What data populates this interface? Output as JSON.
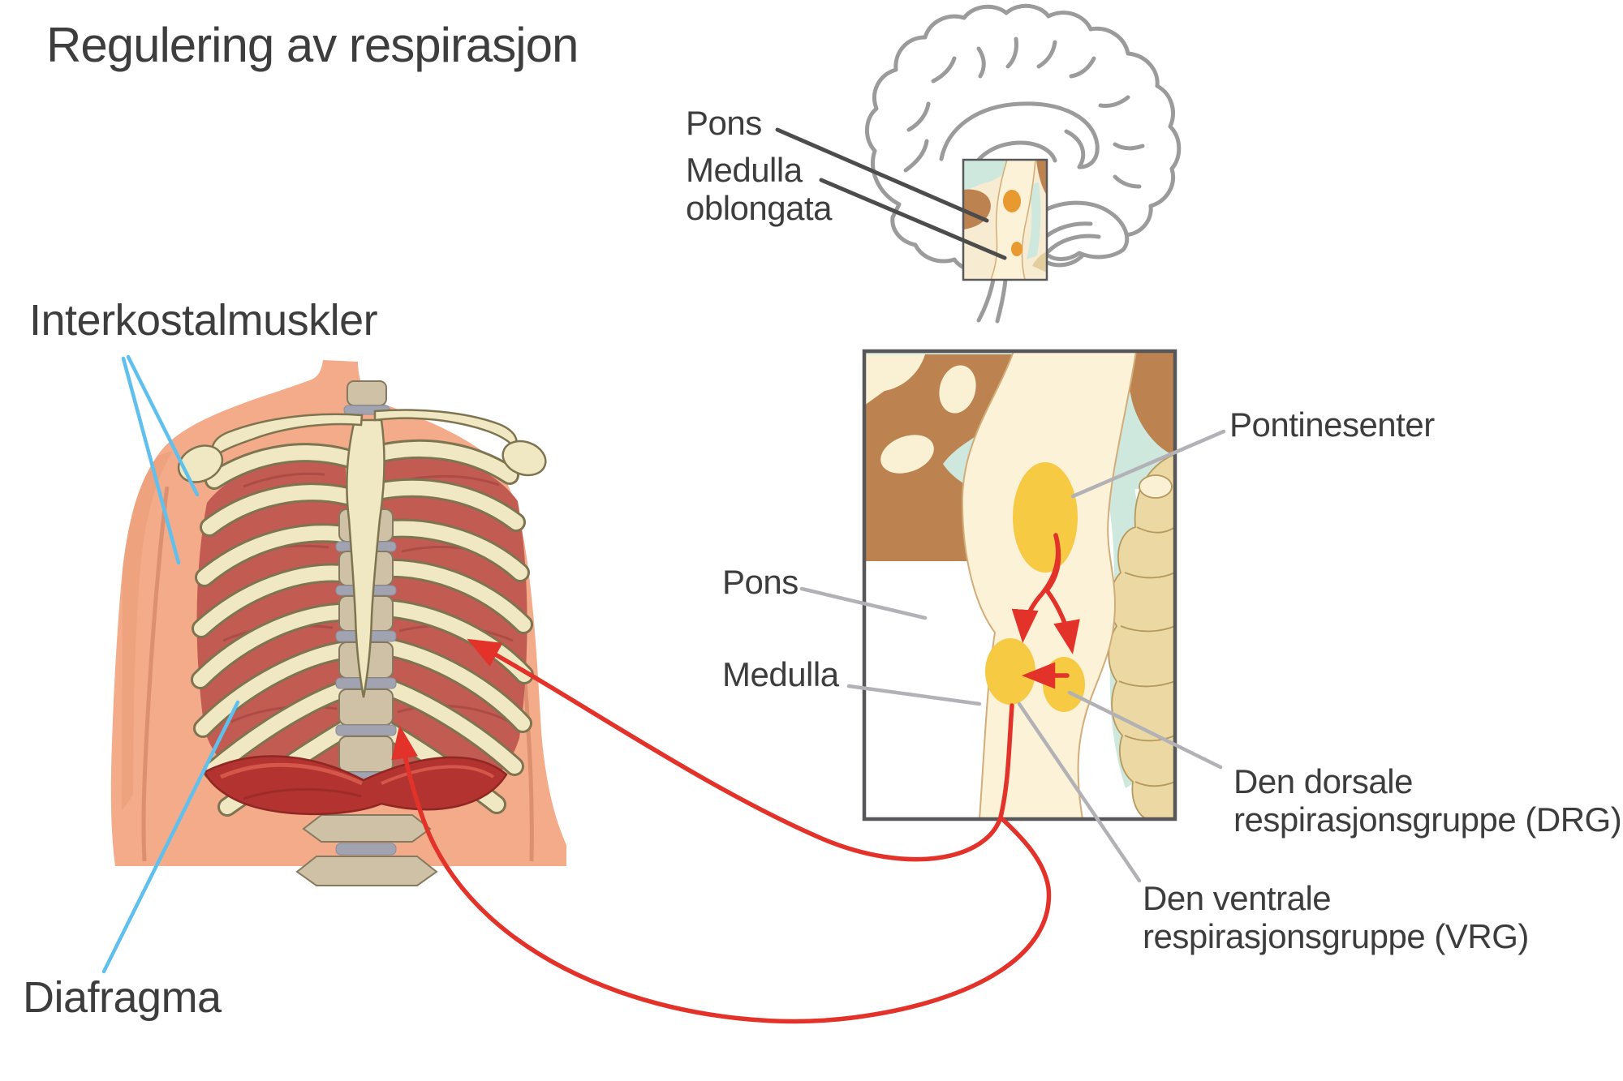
{
  "title": "Regulering av respirasjon",
  "brain_overview": {
    "pons_label": "Pons",
    "medulla_label_line1": "Medulla",
    "medulla_label_line2": "oblongata"
  },
  "thorax": {
    "intercostal_label": "Interkostalmuskler",
    "diaphragm_label": "Diafragma"
  },
  "brainstem_box": {
    "pons_label": "Pons",
    "medulla_label": "Medulla",
    "pontine_center_label": "Pontinesenter",
    "drg_label_line1": "Den dorsale",
    "drg_label_line2": "respirasjonsgruppe (DRG)",
    "vrg_label_line1": "Den ventrale",
    "vrg_label_line2": "respirasjonsgruppe (VRG)"
  },
  "colors": {
    "text": "#3d3d3d",
    "signal_red": "#e23229",
    "leader_dark_gray": "#4c4c4c",
    "leader_light_gray": "#b2b2b6",
    "leader_blue": "#5fc0ee",
    "nucleus_yellow": "#f7ca43",
    "nucleus_orange_small": "#e89a31",
    "brainstem_cream": "#fcf2d7",
    "brain_section_brown": "#bc8350",
    "csf_blue": "#cfe8de",
    "cerebellum_tan": "#ecd8a3",
    "bone_cream": "#efe8c2",
    "intercostal_muscle_red": "#c25b52",
    "diaphragm_red": "#b23330",
    "skin": "#f3ab8a",
    "brain_outline_gray": "#9b9b9b"
  }
}
